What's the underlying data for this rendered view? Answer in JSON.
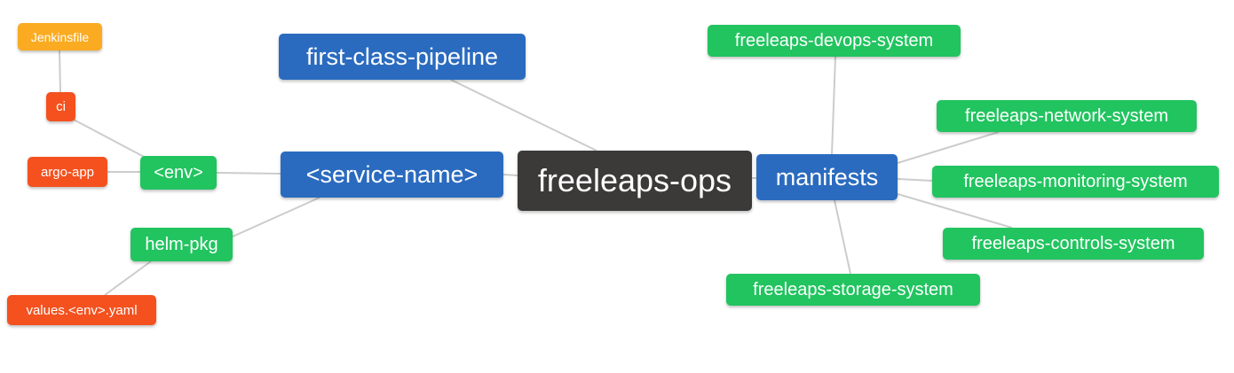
{
  "diagram": {
    "type": "mindmap",
    "background": "#FFFFFF",
    "edge_color": "#CCCCCC",
    "node_text_color": "#FFFFFF",
    "palette": {
      "blue": "#2A6BBF",
      "green": "#21C45F",
      "red_orange": "#F4511E",
      "orange": "#FAAB21",
      "dark": "#3C3939"
    },
    "nodes": [
      {
        "id": "jenkinsfile",
        "label": "Jenkinsfile",
        "color": "#FAAB21"
      },
      {
        "id": "ci",
        "label": "ci",
        "color": "#F4511E"
      },
      {
        "id": "argo-app",
        "label": "argo-app",
        "color": "#F4511E"
      },
      {
        "id": "env",
        "label": "<env>",
        "color": "#21C45F"
      },
      {
        "id": "helm-pkg",
        "label": "helm-pkg",
        "color": "#21C45F"
      },
      {
        "id": "values-env-yaml",
        "label": "values.<env>.yaml",
        "color": "#F4511E"
      },
      {
        "id": "first-class-pipeline",
        "label": "first-class-pipeline",
        "color": "#2A6BBF"
      },
      {
        "id": "service-name",
        "label": "<service-name>",
        "color": "#2A6BBF"
      },
      {
        "id": "freeleaps-ops",
        "label": "freeleaps-ops",
        "color": "#3C3939"
      },
      {
        "id": "manifests",
        "label": "manifests",
        "color": "#2A6BBF"
      },
      {
        "id": "freeleaps-devops-system",
        "label": "freeleaps-devops-system",
        "color": "#21C45F"
      },
      {
        "id": "freeleaps-network-system",
        "label": "freeleaps-network-system",
        "color": "#21C45F"
      },
      {
        "id": "freeleaps-monitoring-system",
        "label": "freeleaps-monitoring-system",
        "color": "#21C45F"
      },
      {
        "id": "freeleaps-controls-system",
        "label": "freeleaps-controls-system",
        "color": "#21C45F"
      },
      {
        "id": "freeleaps-storage-system",
        "label": "freeleaps-storage-system",
        "color": "#21C45F"
      }
    ],
    "edges": [
      {
        "from": "Jenkinsfile",
        "to": "ci"
      },
      {
        "from": "ci",
        "to": "<env>"
      },
      {
        "from": "argo-app",
        "to": "<env>"
      },
      {
        "from": "<env>",
        "to": "<service-name>"
      },
      {
        "from": "<service-name>",
        "to": "helm-pkg"
      },
      {
        "from": "helm-pkg",
        "to": "values.<env>.yaml"
      },
      {
        "from": "first-class-pipeline",
        "to": "freeleaps-ops"
      },
      {
        "from": "<service-name>",
        "to": "freeleaps-ops"
      },
      {
        "from": "freeleaps-ops",
        "to": "manifests"
      },
      {
        "from": "manifests",
        "to": "freeleaps-devops-system"
      },
      {
        "from": "manifests",
        "to": "freeleaps-network-system"
      },
      {
        "from": "manifests",
        "to": "freeleaps-monitoring-system"
      },
      {
        "from": "manifests",
        "to": "freeleaps-controls-system"
      },
      {
        "from": "manifests",
        "to": "freeleaps-storage-system"
      }
    ]
  }
}
